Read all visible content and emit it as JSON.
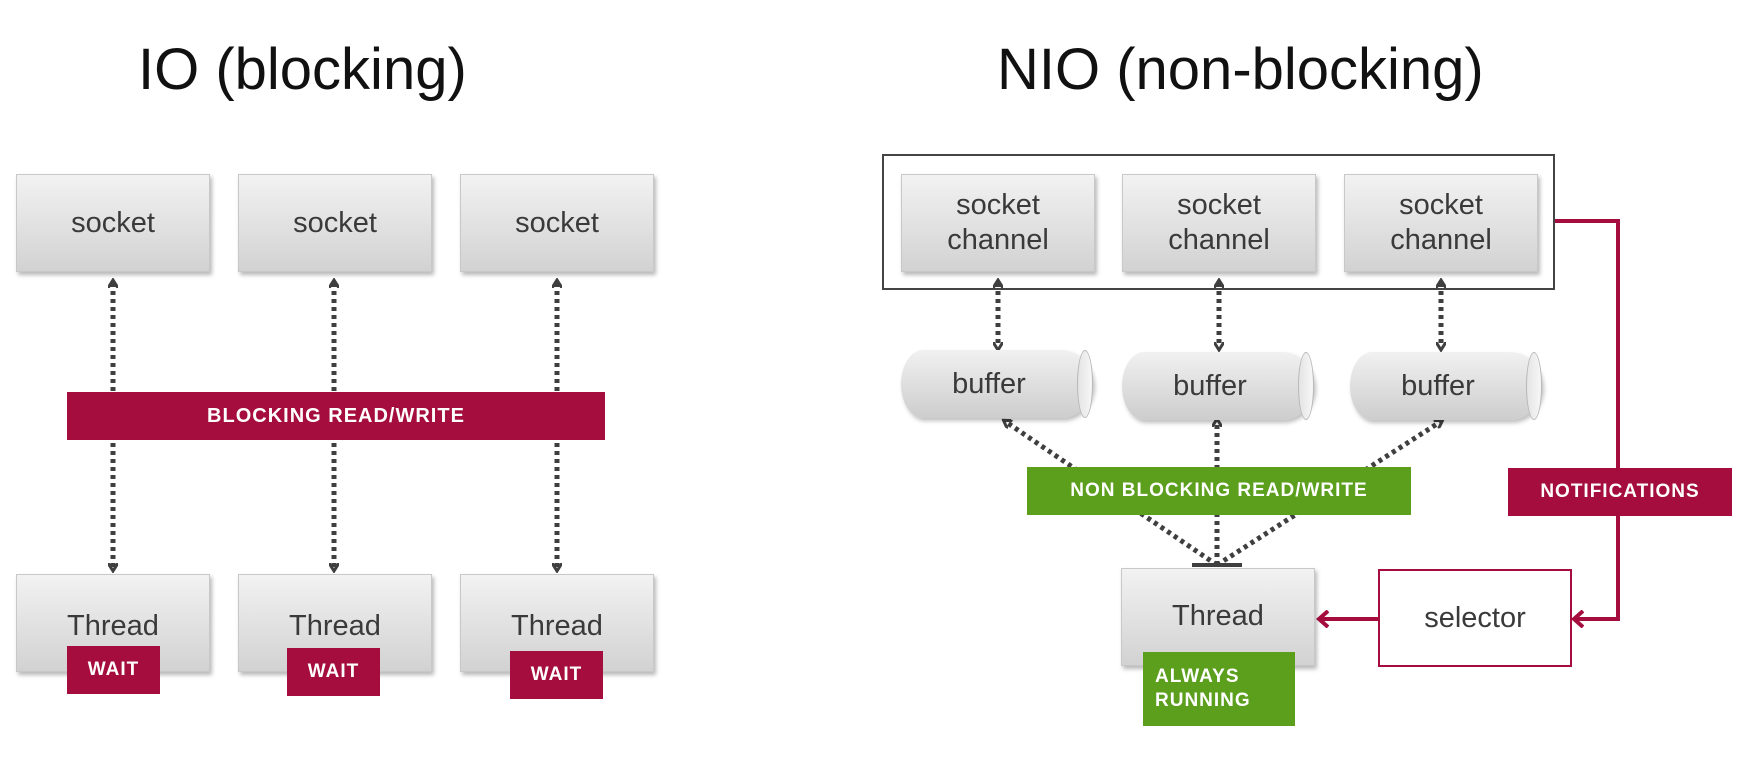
{
  "io": {
    "title": "IO (blocking)",
    "sockets": [
      "socket",
      "socket",
      "socket"
    ],
    "threads": [
      "Thread",
      "Thread",
      "Thread"
    ],
    "wait_label": "WAIT",
    "band_label": "BLOCKING READ/WRITE"
  },
  "nio": {
    "title": "NIO (non-blocking)",
    "channels": [
      {
        "line1": "socket",
        "line2": "channel"
      },
      {
        "line1": "socket",
        "line2": "channel"
      },
      {
        "line1": "socket",
        "line2": "channel"
      }
    ],
    "buffers": [
      "buffer",
      "buffer",
      "buffer"
    ],
    "band_label": "NON BLOCKING READ/WRITE",
    "notifications_label": "NOTIFICATIONS",
    "thread_label": "Thread",
    "running_line1": "ALWAYS",
    "running_line2": "RUNNING",
    "selector_label": "selector"
  },
  "colors": {
    "accent_red": "#a50d3e",
    "accent_green": "#5b9f1d",
    "arrow_gray": "#3f3f3f"
  }
}
